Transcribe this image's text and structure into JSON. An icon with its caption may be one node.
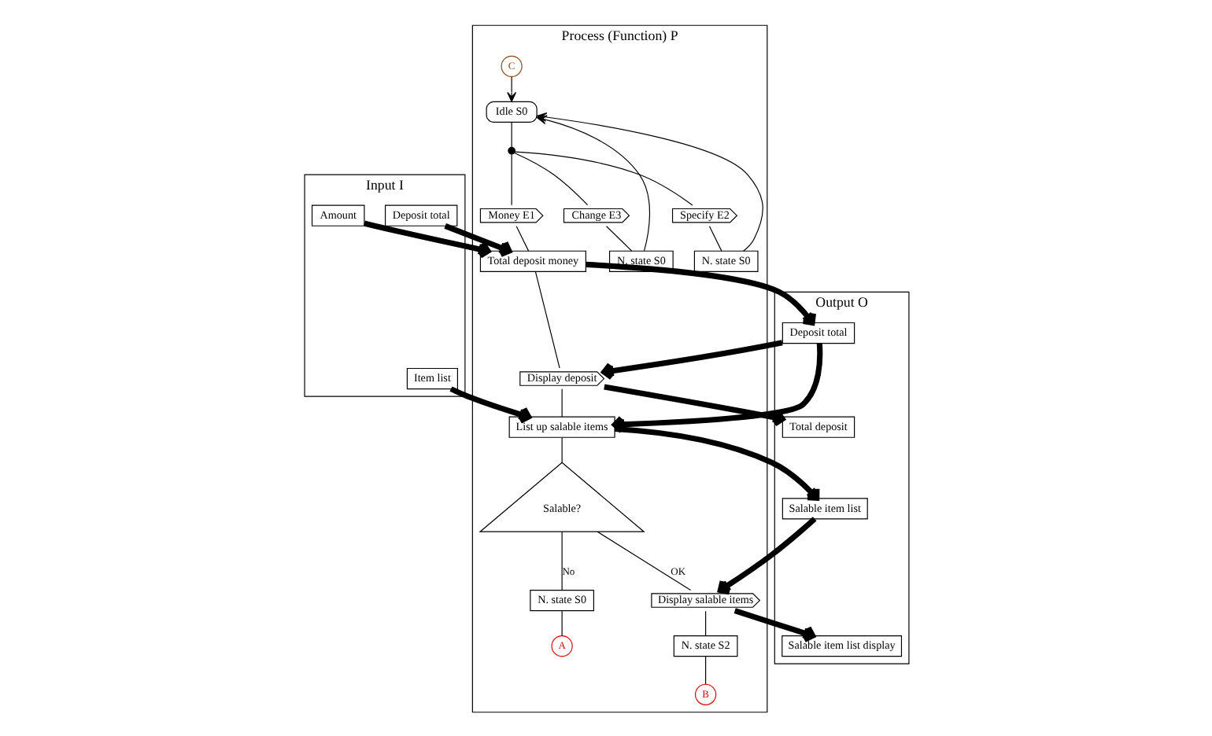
{
  "diagram": {
    "nodes": [
      {
        "text": [
          "Input I"
        ]
      },
      {
        "text": [
          "Process (Function) P"
        ]
      },
      {
        "text": [
          "Output O"
        ]
      },
      {
        "text": [
          "Idle S0"
        ],
        "in": 1
      },
      {
        "text": [],
        "shape": "circle",
        "in": 1
      },
      {
        "text": [
          "Specify E2"
        ],
        "in": 1
      },
      {
        "text": [
          "Money E1"
        ],
        "in": 1
      },
      {
        "text": [
          "Change E3"
        ],
        "in": 1
      },
      {
        "text": [
          "N. state S0"
        ],
        "in": 1
      },
      {
        "text": [
          "N. state S0"
        ],
        "in": 1
      },
      {
        "text": [
          "C"
        ],
        "in": 1
      },
      {
        "text": [
          "Amount"
        ],
        "in": 0
      },
      {
        "text": [
          "Deposit total"
        ],
        "in": 0
      },
      {
        "text": [
          "Item list"
        ],
        "in": 0
      },
      {
        "text": [
          "Total deposit money"
        ],
        "in": 1
      },
      {
        "text": [
          "Deposit total"
        ],
        "in": 2
      },
      {
        "text": [
          "Display deposit"
        ],
        "in": 1
      },
      {
        "text": [
          "Total deposit"
        ],
        "in": 2
      },
      {
        "text": [
          "List up salable items"
        ],
        "in": 1
      },
      {
        "text": [
          "Salable item list"
        ],
        "in": 2
      },
      {
        "text": [
          "Salable?"
        ],
        "in": 1
      },
      {
        "text": [
          "N. state S0"
        ],
        "in": 1
      },
      {
        "text": [
          "Display salable items"
        ],
        "in": 1
      },
      {
        "text": [
          "Salable item list display"
        ],
        "in": 2
      },
      {
        "text": [
          "N. state S2"
        ],
        "in": 1
      },
      {
        "text": [
          "A"
        ],
        "in": 1
      },
      {
        "text": [
          "B"
        ],
        "in": 1
      }
    ],
    "edges": [
      {
        "from": 3,
        "to": 4,
        "arrow": "none"
      },
      {
        "from": 4,
        "to": 5,
        "arrow": "none"
      },
      {
        "from": 4,
        "to": 6,
        "arrow": "none"
      },
      {
        "from": 4,
        "to": 7,
        "arrow": "none"
      },
      {
        "from": 5,
        "to": 8,
        "arrow": "none"
      },
      {
        "from": 8,
        "to": 3,
        "arrow": "to"
      },
      {
        "from": 7,
        "to": 9,
        "arrow": "none"
      },
      {
        "from": 9,
        "to": 3,
        "arrow": "to"
      },
      {
        "from": 10,
        "to": 3,
        "arrow": "to"
      },
      {
        "from": 6,
        "to": 14,
        "arrow": "none"
      },
      {
        "from": 11,
        "to": 14,
        "arrow": "to",
        "style": "thick"
      },
      {
        "from": 12,
        "to": 14,
        "arrow": "to",
        "style": "thick"
      },
      {
        "from": 14,
        "to": 15,
        "arrow": "to",
        "style": "thick"
      },
      {
        "from": 15,
        "to": 16,
        "arrow": "to",
        "style": "thick"
      },
      {
        "from": 14,
        "to": 16,
        "arrow": "none"
      },
      {
        "from": 16,
        "to": 17,
        "arrow": "to",
        "style": "thick"
      },
      {
        "from": 15,
        "to": 18,
        "arrow": "to",
        "style": "thick"
      },
      {
        "from": 16,
        "to": 18,
        "arrow": "none"
      },
      {
        "from": 13,
        "to": 18,
        "arrow": "to",
        "style": "thick"
      },
      {
        "from": 18,
        "to": 19,
        "arrow": "to",
        "style": "thick"
      },
      {
        "from": 18,
        "to": 20,
        "arrow": "none"
      },
      {
        "from": 20,
        "to": 21,
        "label": "No",
        "arrow": "none"
      },
      {
        "from": 20,
        "to": 22,
        "label": "OK",
        "arrow": "none"
      },
      {
        "from": 19,
        "to": 22,
        "arrow": "to",
        "style": "thick"
      },
      {
        "from": 22,
        "to": 23,
        "arrow": "to",
        "style": "thick"
      },
      {
        "from": 22,
        "to": 24,
        "arrow": "none"
      },
      {
        "from": 21,
        "to": 25,
        "arrow": "none"
      },
      {
        "from": 24,
        "to": 26,
        "arrow": "none"
      }
    ]
  }
}
